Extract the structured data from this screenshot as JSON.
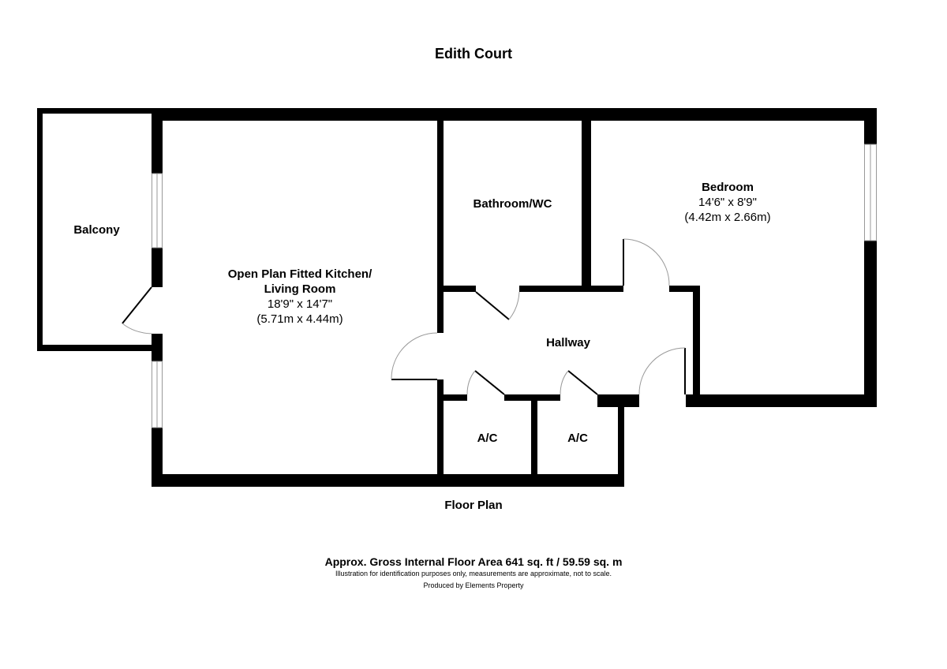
{
  "title": "Edith Court",
  "rooms": {
    "balcony": {
      "name": "Balcony"
    },
    "kitchen_living": {
      "name_line1": "Open Plan Fitted Kitchen/",
      "name_line2": "Living Room",
      "imperial": "18'9\" x 14'7\"",
      "metric": "(5.71m x 4.44m)"
    },
    "bathroom": {
      "name": "Bathroom/WC"
    },
    "bedroom": {
      "name": "Bedroom",
      "imperial": "14'6\" x 8'9\"",
      "metric": "(4.42m x 2.66m)"
    },
    "hallway": {
      "name": "Hallway"
    },
    "ac1": {
      "name": "A/C"
    },
    "ac2": {
      "name": "A/C"
    }
  },
  "footer": {
    "plan_label": "Floor Plan",
    "area": "Approx. Gross Internal Floor Area 641 sq. ft / 59.59 sq. m",
    "disclaimer": "Illustration for identification purposes only, measurements are approximate, not to scale.",
    "producer": "Produced by Elements Property"
  },
  "colors": {
    "wall": "#000000",
    "window": "#999999",
    "door_arc": "#999999",
    "background": "#ffffff"
  }
}
